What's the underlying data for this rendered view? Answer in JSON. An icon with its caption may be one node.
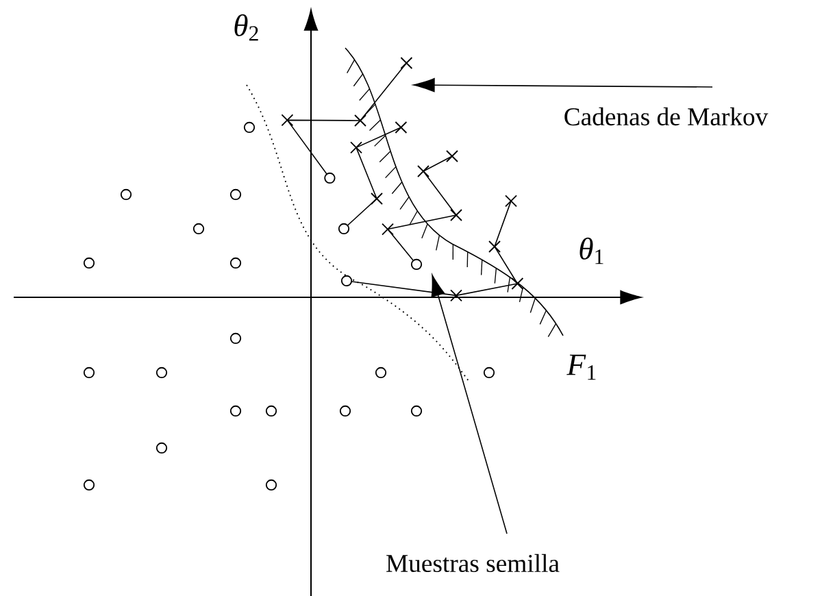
{
  "diagram": {
    "nodes": [
      {
        "text": [
          "Cadenas de Markov"
        ]
      },
      {
        "text": [
          "Muestras semilla"
        ]
      }
    ],
    "edges": [
      {
        "from": 0,
        "to": null,
        "arrow": "to"
      },
      {
        "from": 1,
        "to": null,
        "arrow": "to"
      }
    ],
    "labels": [
      "*θ*$_{2}$",
      "*θ*$_{1}$",
      "*F*$_{1}$"
    ]
  }
}
